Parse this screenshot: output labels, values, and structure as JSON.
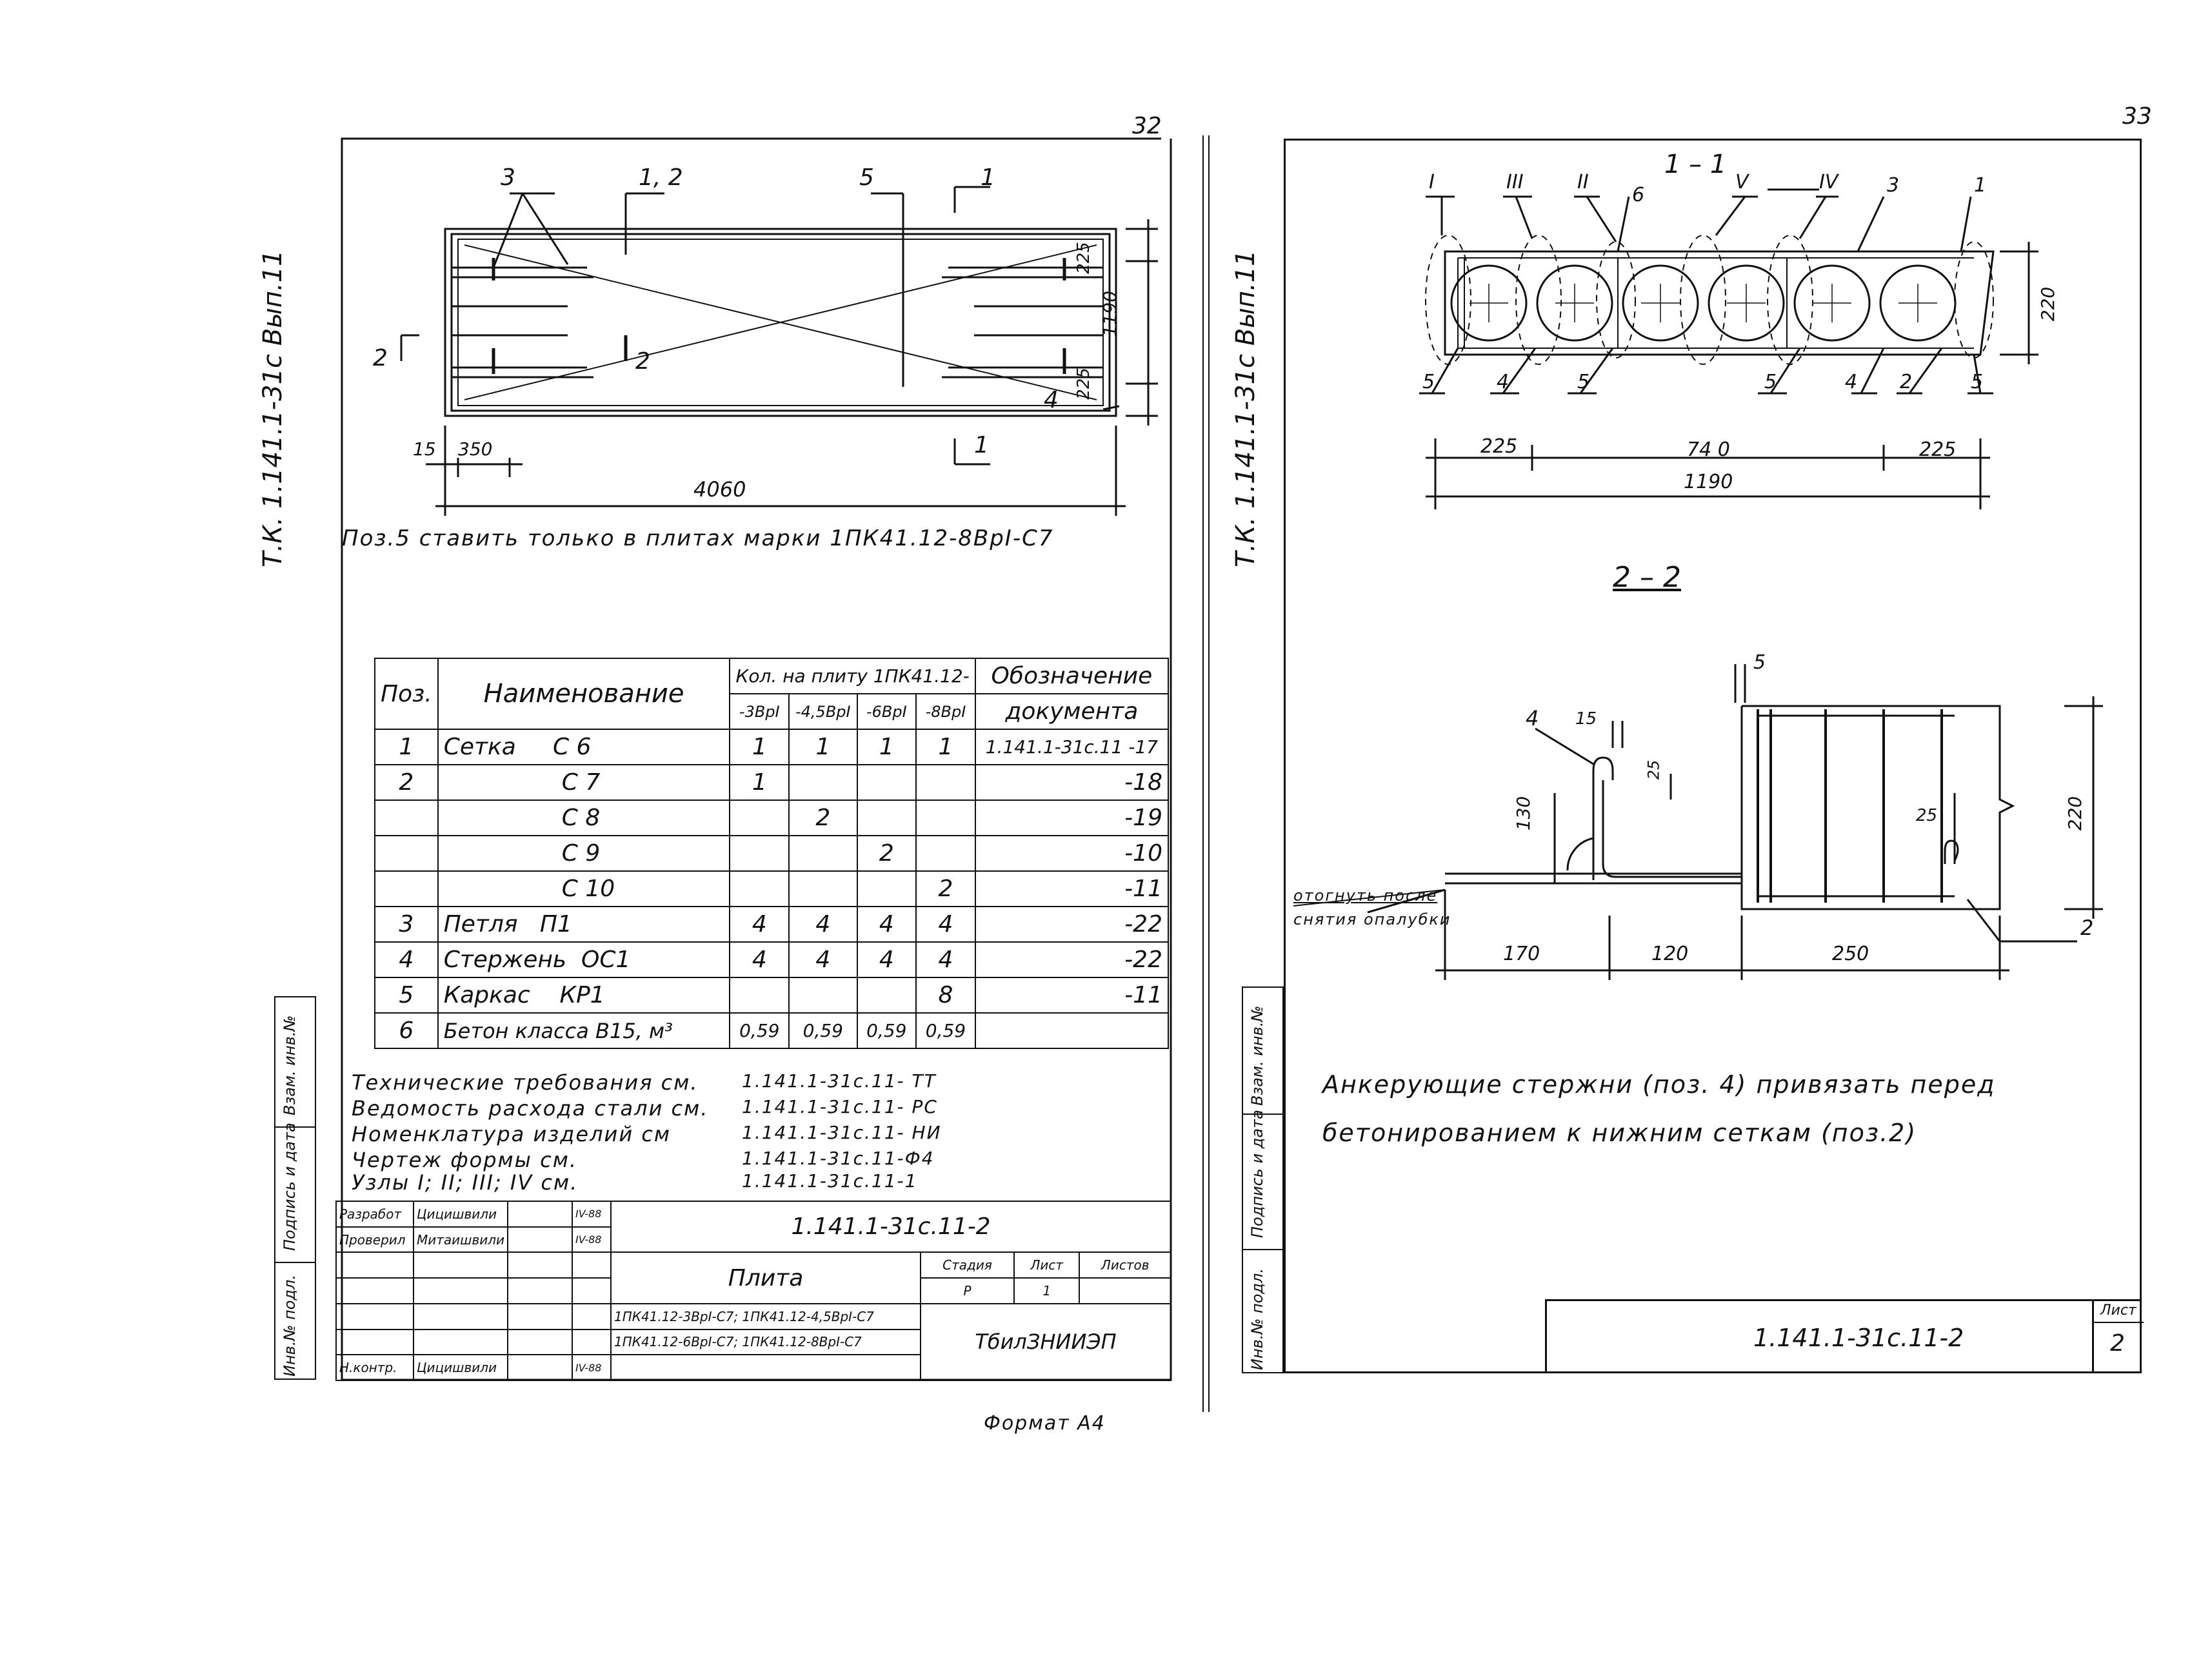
{
  "left_sheet": {
    "page_number": "32",
    "side_code": "Т.К. 1.141.1-31с  Вып.11",
    "plan_labels": {
      "lbl_3": "3",
      "lbl_12": "1, 2",
      "lbl_5": "5",
      "lbl_1_top": "1",
      "lbl_1_bot": "1",
      "lbl_2_left": "2",
      "lbl_2_mid": "2",
      "lbl_4": "4",
      "dim_225_top": "225",
      "dim_1190": "1190",
      "dim_225_bot": "225",
      "dim_15": "15",
      "dim_350": "350",
      "dim_4060": "4060"
    },
    "note": "Поз.5  ставить  только  в  плитах  марки  1ПК41.12-8ВрI-С7",
    "spec_table": {
      "h_pos": "Поз.",
      "h_name": "Наименование",
      "h_qty": "Кол. на плиту 1ПК41.12-",
      "h_sub": [
        "-3ВрI",
        "-4,5ВрI",
        "-6ВрI",
        "-8ВрI"
      ],
      "h_doc1": "Обозначение",
      "h_doc2": "документа",
      "rows": [
        {
          "pos": "1",
          "name": "Сетка     С 6",
          "q1": "1",
          "q2": "1",
          "q3": "1",
          "q4": "1",
          "doc": "1.141.1-31с.11 -17"
        },
        {
          "pos": "2",
          "name": "                С 7",
          "q1": "1",
          "q2": "",
          "q3": "",
          "q4": "",
          "doc": "-18"
        },
        {
          "pos": "",
          "name": "                С 8",
          "q1": "",
          "q2": "2",
          "q3": "",
          "q4": "",
          "doc": "-19"
        },
        {
          "pos": "",
          "name": "                С 9",
          "q1": "",
          "q2": "",
          "q3": "2",
          "q4": "",
          "doc": "-10"
        },
        {
          "pos": "",
          "name": "                С 10",
          "q1": "",
          "q2": "",
          "q3": "",
          "q4": "2",
          "doc": "-11"
        },
        {
          "pos": "3",
          "name": "Петля   П1",
          "q1": "4",
          "q2": "4",
          "q3": "4",
          "q4": "4",
          "doc": "-22"
        },
        {
          "pos": "4",
          "name": "Стержень  ОС1",
          "q1": "4",
          "q2": "4",
          "q3": "4",
          "q4": "4",
          "doc": "-22"
        },
        {
          "pos": "5",
          "name": "Каркас    КР1",
          "q1": "",
          "q2": "",
          "q3": "",
          "q4": "8",
          "doc": "-11"
        },
        {
          "pos": "6",
          "name": "Бетон класса В15, м³",
          "q1": "0,59",
          "q2": "0,59",
          "q3": "0,59",
          "q4": "0,59",
          "doc": ""
        }
      ]
    },
    "refs": [
      {
        "label": "Технические  требования  см.",
        "code": "1.141.1-31с.11- ТТ"
      },
      {
        "label": "Ведомость  расхода  стали  см.",
        "code": "1.141.1-31с.11- РС"
      },
      {
        "label": "Номенклатура  изделий  см",
        "code": "1.141.1-31с.11- НИ"
      },
      {
        "label": "Чертеж  формы  см.",
        "code": "1.141.1-31с.11-Ф4"
      },
      {
        "label": "Узлы  I; II; III; IV  см.",
        "code": "1.141.1-31с.11-1"
      }
    ],
    "title_block": {
      "code": "1.141.1-31с.11-2",
      "role_1": "Разработ",
      "name_1": "Цицишвили",
      "date_1": "IV-88",
      "role_2": "Проверил",
      "name_2": "Митаишвили",
      "date_2": "IV-88",
      "role_3": "Н.контр.",
      "name_3": "Цицишвили",
      "date_3": "IV-88",
      "title": "Плита",
      "subtitle_1": "1ПК41.12-3ВрI-С7; 1ПК41.12-4,5ВрI-С7",
      "subtitle_2": "1ПК41.12-6ВрI-С7; 1ПК41.12-8ВрI-С7",
      "h_stage": "Стадия",
      "h_sheet": "Лист",
      "h_sheets": "Листов",
      "stage": "Р",
      "sheet": "1",
      "org": "ТбилЗНИИЭП"
    },
    "side_stamps": [
      "Инв.№ подл.",
      "Подпись и дата",
      "Взам. инв.№"
    ],
    "format": "Формат А4"
  },
  "right_sheet": {
    "page_number": "33",
    "side_code": "Т.К. 1.141.1-31с  Вып.11",
    "section_1_1": {
      "title": "1 – 1",
      "top_labels": [
        "I",
        "III",
        "II",
        "6",
        "V",
        "IV",
        "3",
        "1"
      ],
      "bottom_labels": [
        "5",
        "4",
        "5",
        "5",
        "4",
        "2",
        "5"
      ],
      "dim_height": "220",
      "dim_225_l": "225",
      "dim_740": "74 0",
      "dim_225_r": "225",
      "dim_1190": "1190"
    },
    "section_2_2": {
      "title": "2 – 2",
      "lbl_5": "5",
      "lbl_4": "4",
      "lbl_15": "15",
      "lbl_25a": "25",
      "lbl_130": "130",
      "lbl_25b": "25",
      "lbl_220": "220",
      "lbl_2": "2",
      "note_1": "отогнуть после",
      "note_2": "снятия опалубки",
      "dim_170": "170",
      "dim_120": "120",
      "dim_250": "250"
    },
    "note_line_1": "Анкерующие  стержни  (поз. 4)  привязать  перед",
    "note_line_2": "бетонированием   к  нижним   сеткам   (поз.2)",
    "title_block": {
      "code": "1.141.1-31с.11-2",
      "h_sheet": "Лист",
      "sheet": "2"
    },
    "side_stamps": [
      "Инв.№ подл.",
      "Подпись и дата",
      "Взам. инв.№"
    ]
  }
}
